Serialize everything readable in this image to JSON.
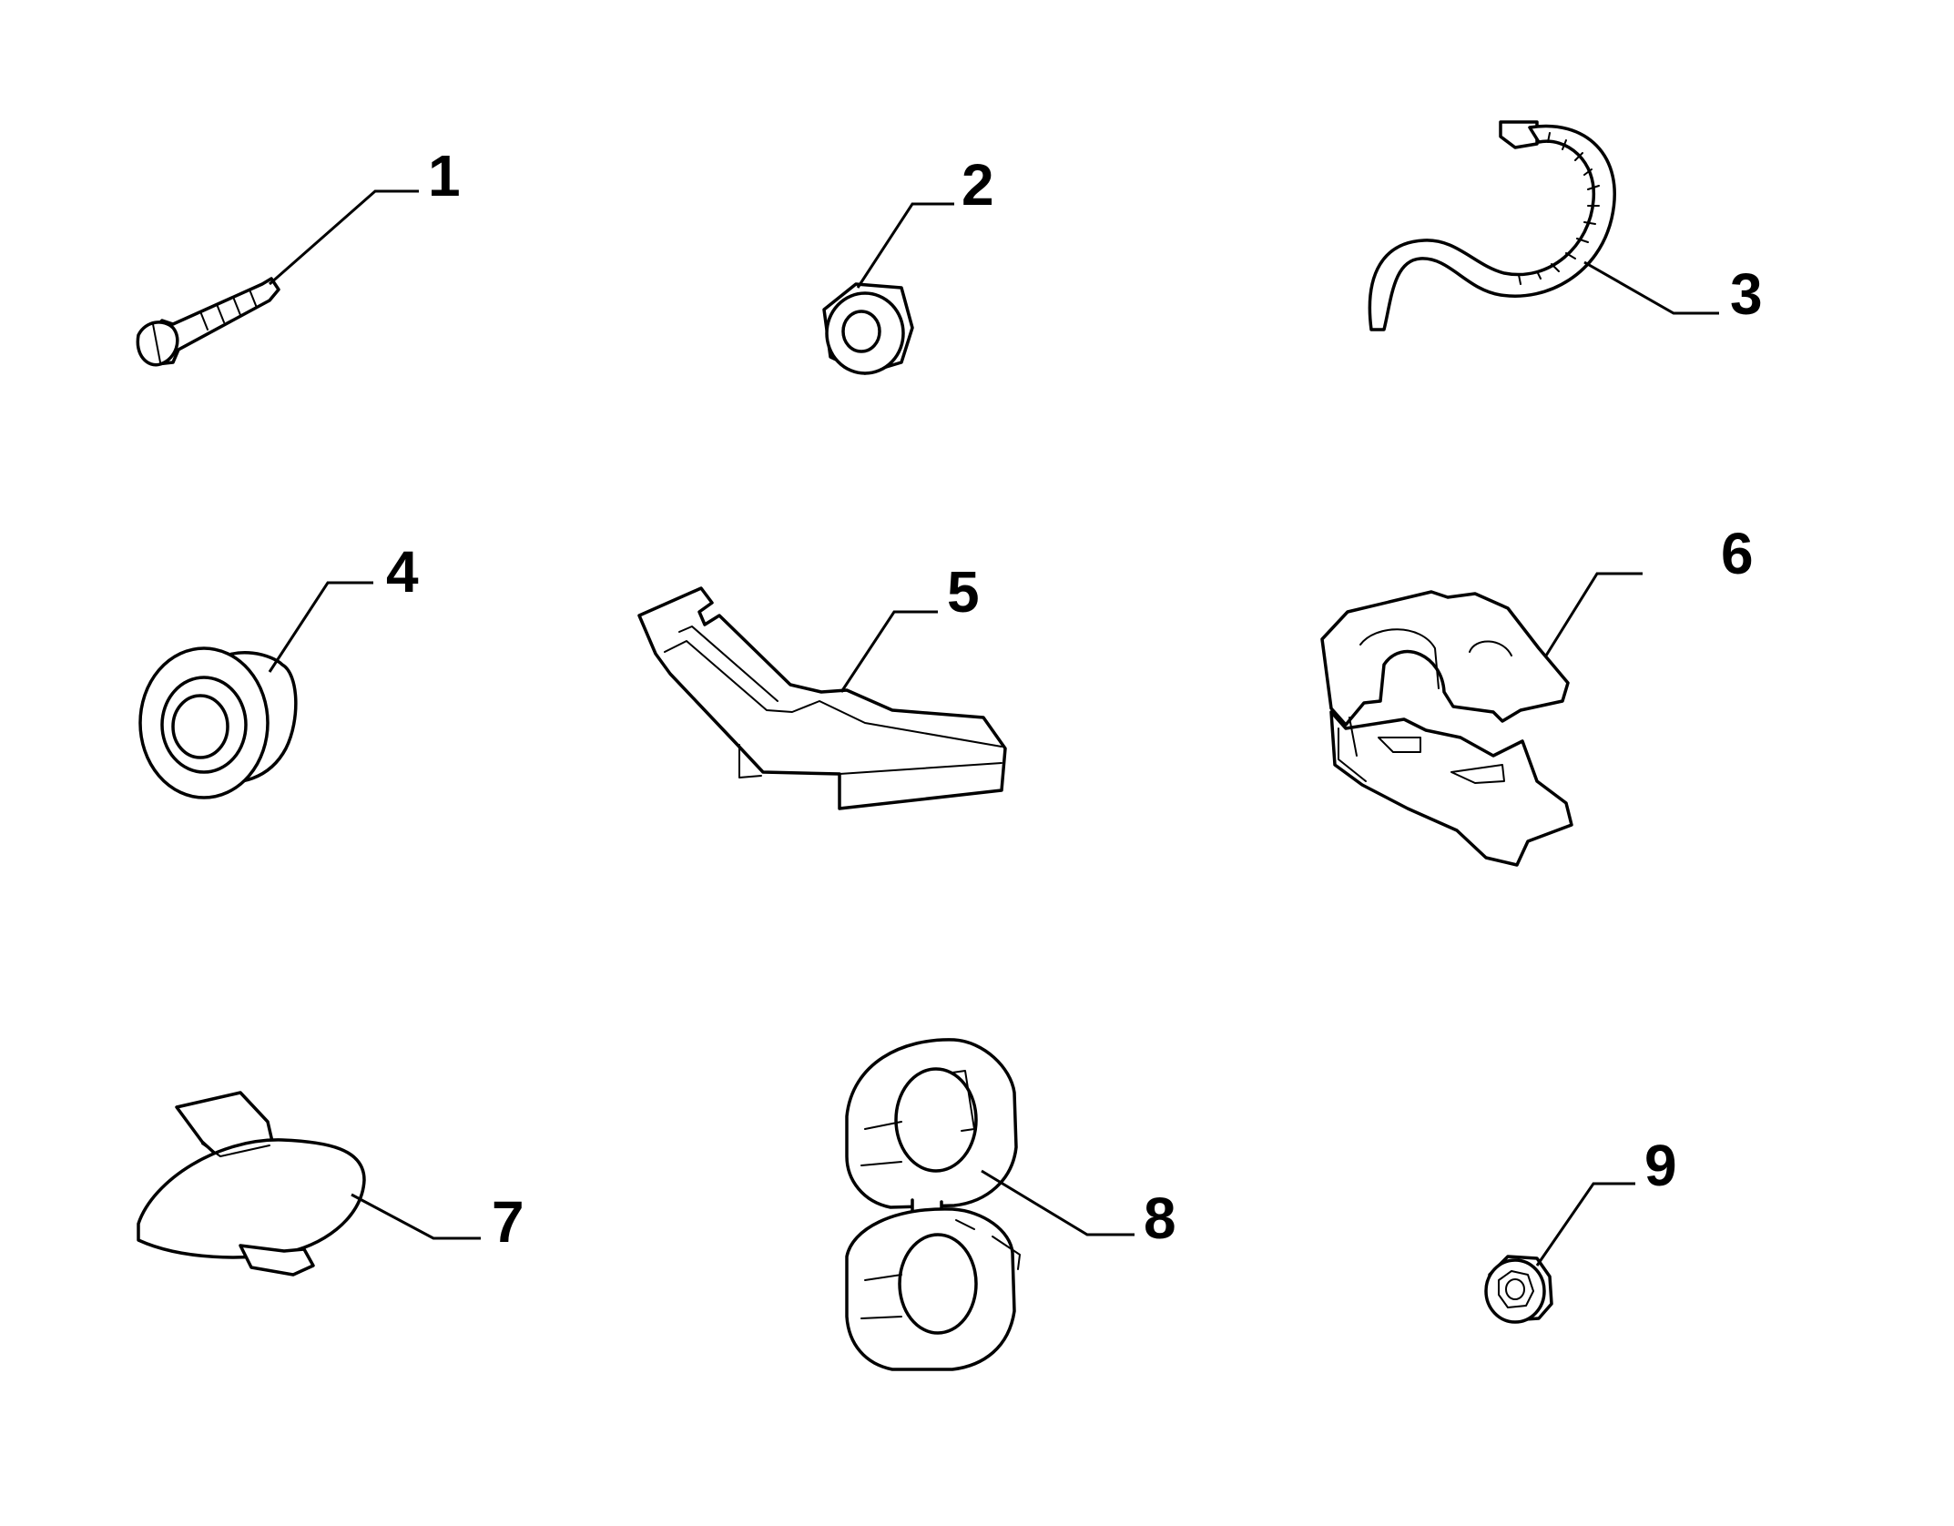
{
  "callouts": [
    {
      "id": "1",
      "label": "1"
    },
    {
      "id": "2",
      "label": "2"
    },
    {
      "id": "3",
      "label": "3"
    },
    {
      "id": "4",
      "label": "4"
    },
    {
      "id": "5",
      "label": "5"
    },
    {
      "id": "6",
      "label": "6"
    },
    {
      "id": "7",
      "label": "7"
    },
    {
      "id": "8",
      "label": "8"
    },
    {
      "id": "9",
      "label": "9"
    }
  ],
  "colors": {
    "line": "#000000",
    "background": "#ffffff",
    "fill": "#ffffff"
  }
}
